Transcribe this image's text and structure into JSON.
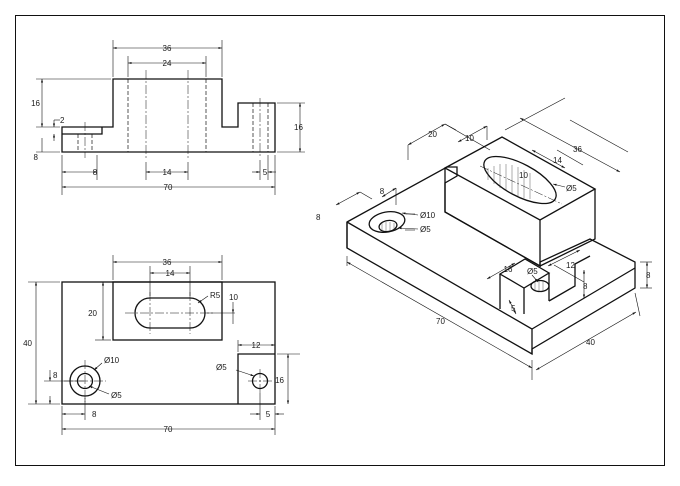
{
  "views": {
    "front": {
      "w_top": "36",
      "w_inner": "24",
      "h_total": "16",
      "h_step": "2",
      "h_base": "8",
      "w_left": "8",
      "w_mid": "14",
      "w_right": "5",
      "w_total": "70",
      "h_right": "16"
    },
    "top": {
      "w_top": "36",
      "w_slot": "14",
      "h_slot": "20",
      "r_slot": "R5",
      "h_r": "10",
      "d_big": "Ø10",
      "d_small": "Ø5",
      "y_hole": "8",
      "h_total": "40",
      "x_hole": "8",
      "w_total": "70",
      "w_notch": "12",
      "d_right": "Ø5",
      "h_notch": "16",
      "x_right": "5"
    },
    "iso": {
      "d20": "20",
      "d10": "10",
      "d36": "36",
      "d14": "14",
      "d10b": "10",
      "d5": "Ø5",
      "d8a": "8",
      "d8b": "8",
      "d10h": "Ø10",
      "d5h": "Ø5",
      "d16": "16",
      "d5n": "Ø5",
      "d12": "12",
      "d8c": "8",
      "d8d": "8",
      "d5b": "5",
      "d70": "70",
      "d40": "40"
    }
  }
}
